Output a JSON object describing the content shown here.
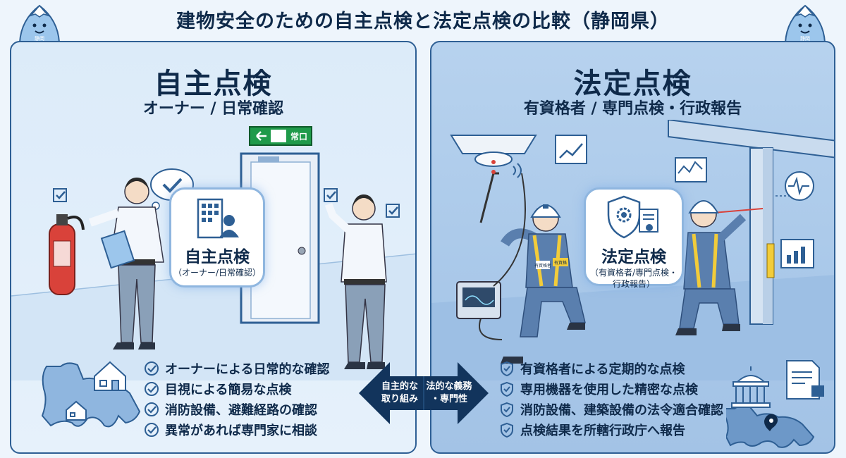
{
  "title": "建物安全のための自主点検と法定点検の比較（静岡県）",
  "mascot_label": "静岡",
  "exit_sign": "常口",
  "left": {
    "heading": "自主点検",
    "subheading": "オーナー / 日常確認",
    "badge_title": "自主点検",
    "badge_sub": "（オーナー/日常確認）",
    "items": [
      "オーナーによる日常的な確認",
      "目視による簡易な点検",
      "消防設備、避難経路の確認",
      "異常があれば専門家に相談"
    ]
  },
  "right": {
    "heading": "法定点検",
    "subheading": "有資格者 / 専門点検・行政報告",
    "badge_title": "法定点検",
    "badge_sub_1": "（有資格者/専門点検・",
    "badge_sub_2": "行政報告）",
    "worker_tag_1": "有資格者",
    "worker_tag_2": "有資格",
    "items": [
      "有資格者による定期的な点検",
      "専用機器を使用した精密な点検",
      "消防設備、建築設備の法令適合確認",
      "点検結果を所轄行政庁へ報告"
    ]
  },
  "arrow": {
    "left_line1": "自主的な",
    "left_line2": "取り組み",
    "right_line1": "法的な義務",
    "right_line2": "・専門性"
  },
  "colors": {
    "navy": "#0f2a4a",
    "accent": "#2e5f94",
    "safety_yellow": "#f2cc3a",
    "exit_green": "#1f9a4a",
    "extinguisher_red": "#d9423a"
  }
}
